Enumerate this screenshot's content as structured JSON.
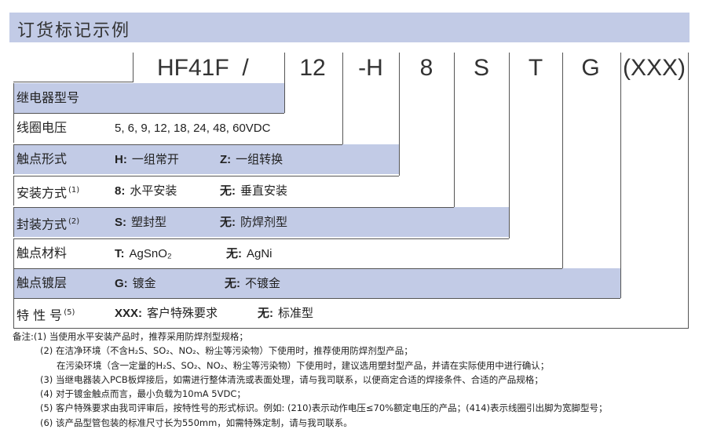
{
  "title": "订货标记示例",
  "code": {
    "parts": [
      "HF41F",
      "/",
      "12",
      "-H",
      "8",
      "S",
      "T",
      "G",
      "(XXX)"
    ]
  },
  "rows": [
    {
      "label": "继电器型号",
      "sup": "",
      "fields": []
    },
    {
      "label": "线圈电压",
      "sup": "",
      "fields": [
        {
          "key": "",
          "text": "5, 6, 9, 12, 18, 24, 48, 60VDC"
        }
      ]
    },
    {
      "label": "触点形式",
      "sup": "",
      "fields": [
        {
          "key": "H:",
          "text": "一组常开"
        },
        {
          "key": "Z:",
          "text": "一组转换"
        }
      ]
    },
    {
      "label": "安装方式",
      "sup": "(1)",
      "fields": [
        {
          "key": "8:",
          "text": "水平安装"
        },
        {
          "key": "无:",
          "text": "垂直安装"
        }
      ]
    },
    {
      "label": "封装方式",
      "sup": "(2)",
      "fields": [
        {
          "key": "S:",
          "text": "塑封型"
        },
        {
          "key": "无:",
          "text": "防焊剂型"
        }
      ]
    },
    {
      "label": "触点材料",
      "sup": "",
      "fields": [
        {
          "key": "T:",
          "text": "AgSnO₂"
        },
        {
          "key": "无:",
          "text": "AgNi"
        }
      ]
    },
    {
      "label": "触点镀层",
      "sup": "",
      "fields": [
        {
          "key": "G:",
          "text": "镀金"
        },
        {
          "key": "无:",
          "text": "不镀金"
        }
      ]
    },
    {
      "label": "特 性 号",
      "sup": "(5)",
      "fields": [
        {
          "key": "XXX:",
          "text": "客户特殊要求"
        },
        {
          "key": "无:",
          "text": "标准型"
        }
      ]
    }
  ],
  "notes": [
    "备注:(1) 当使用水平安装产品时，推荐采用防焊剂型规格；",
    "(2) 在洁净环境（不含H₂S、SO₂、NO₂、粉尘等污染物）下使用时，推荐使用防焊剂型产品；",
    "在污染环境（含一定量的H₂S、SO₂、NO₂、粉尘等污染物）下使用时，建议选用塑封型产品，并请在实际使用中进行确认；",
    "(3) 当继电器装入PCB板焊接后，如需进行整体清洗或表面处理，请与我司联系，以便商定合适的焊接条件、合适的产品规格；",
    "(4) 对于镀金触点而言，最小负载为10mA 5VDC；",
    "(5) 客户特殊要求由我司评审后，按特性号的形式标识。例如: (210)表示动作电压≤70%额定电压的产品；(414)表示线圈引出脚为宽脚型号；",
    "(6) 该产品型管包装的标准尺寸长为550mm，如需特殊定制，请与我司联系。"
  ],
  "colors": {
    "band": "#c2cbe6",
    "line": "#555555"
  }
}
